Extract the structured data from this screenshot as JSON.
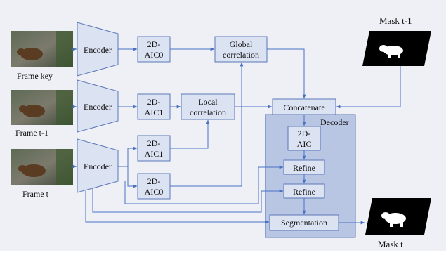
{
  "frames": {
    "key": "Frame key",
    "t_minus_1": "Frame  t-1",
    "t": "Frame  t"
  },
  "encoder": "Encoder",
  "aic": {
    "aic0_top": [
      "2D-",
      "AIC0"
    ],
    "aic1_mid": [
      "2D-",
      "AIC1"
    ],
    "aic1_low": [
      "2D-",
      "AIC1"
    ],
    "aic0_low": [
      "2D-",
      "AIC0"
    ]
  },
  "global_corr": [
    "Global",
    "correlation"
  ],
  "local_corr": [
    "Local",
    "correlation"
  ],
  "concatenate": "Concatenate",
  "decoder": {
    "title": "Decoder",
    "aic": [
      "2D-",
      "AIC"
    ],
    "refine_1": "Refine",
    "refine_2": "Refine",
    "segmentation": "Segmentation"
  },
  "masks": {
    "input": "Mask  t-1",
    "output": "Mask  t"
  },
  "colors": {
    "background": "#eef0f6",
    "box_fill": "#dbe2f1",
    "box_stroke": "#5b78b8",
    "arrow": "#4a72c4",
    "decoder_fill": "#b8c6e3"
  }
}
